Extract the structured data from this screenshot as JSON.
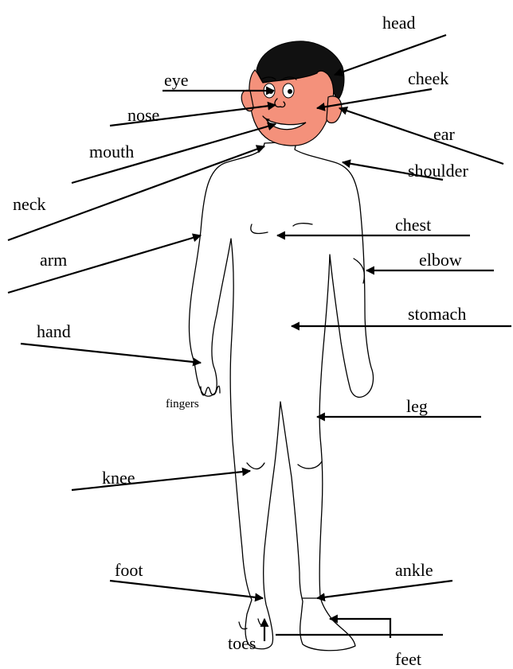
{
  "diagram": {
    "colors": {
      "skin": "#f4917b",
      "hair": "#111111",
      "ink": "#000000"
    },
    "labels": {
      "head": "head",
      "eye": "eye",
      "cheek": "cheek",
      "nose": "nose",
      "ear": "ear",
      "mouth": "mouth",
      "shoulder": "shoulder",
      "neck": "neck",
      "chest": "chest",
      "arm": "arm",
      "elbow": "elbow",
      "stomach": "stomach",
      "hand": "hand",
      "fingers": "fingers",
      "leg": "leg",
      "knee": "knee",
      "foot": "foot",
      "ankle": "ankle",
      "toes": "toes",
      "feet": "feet"
    }
  }
}
